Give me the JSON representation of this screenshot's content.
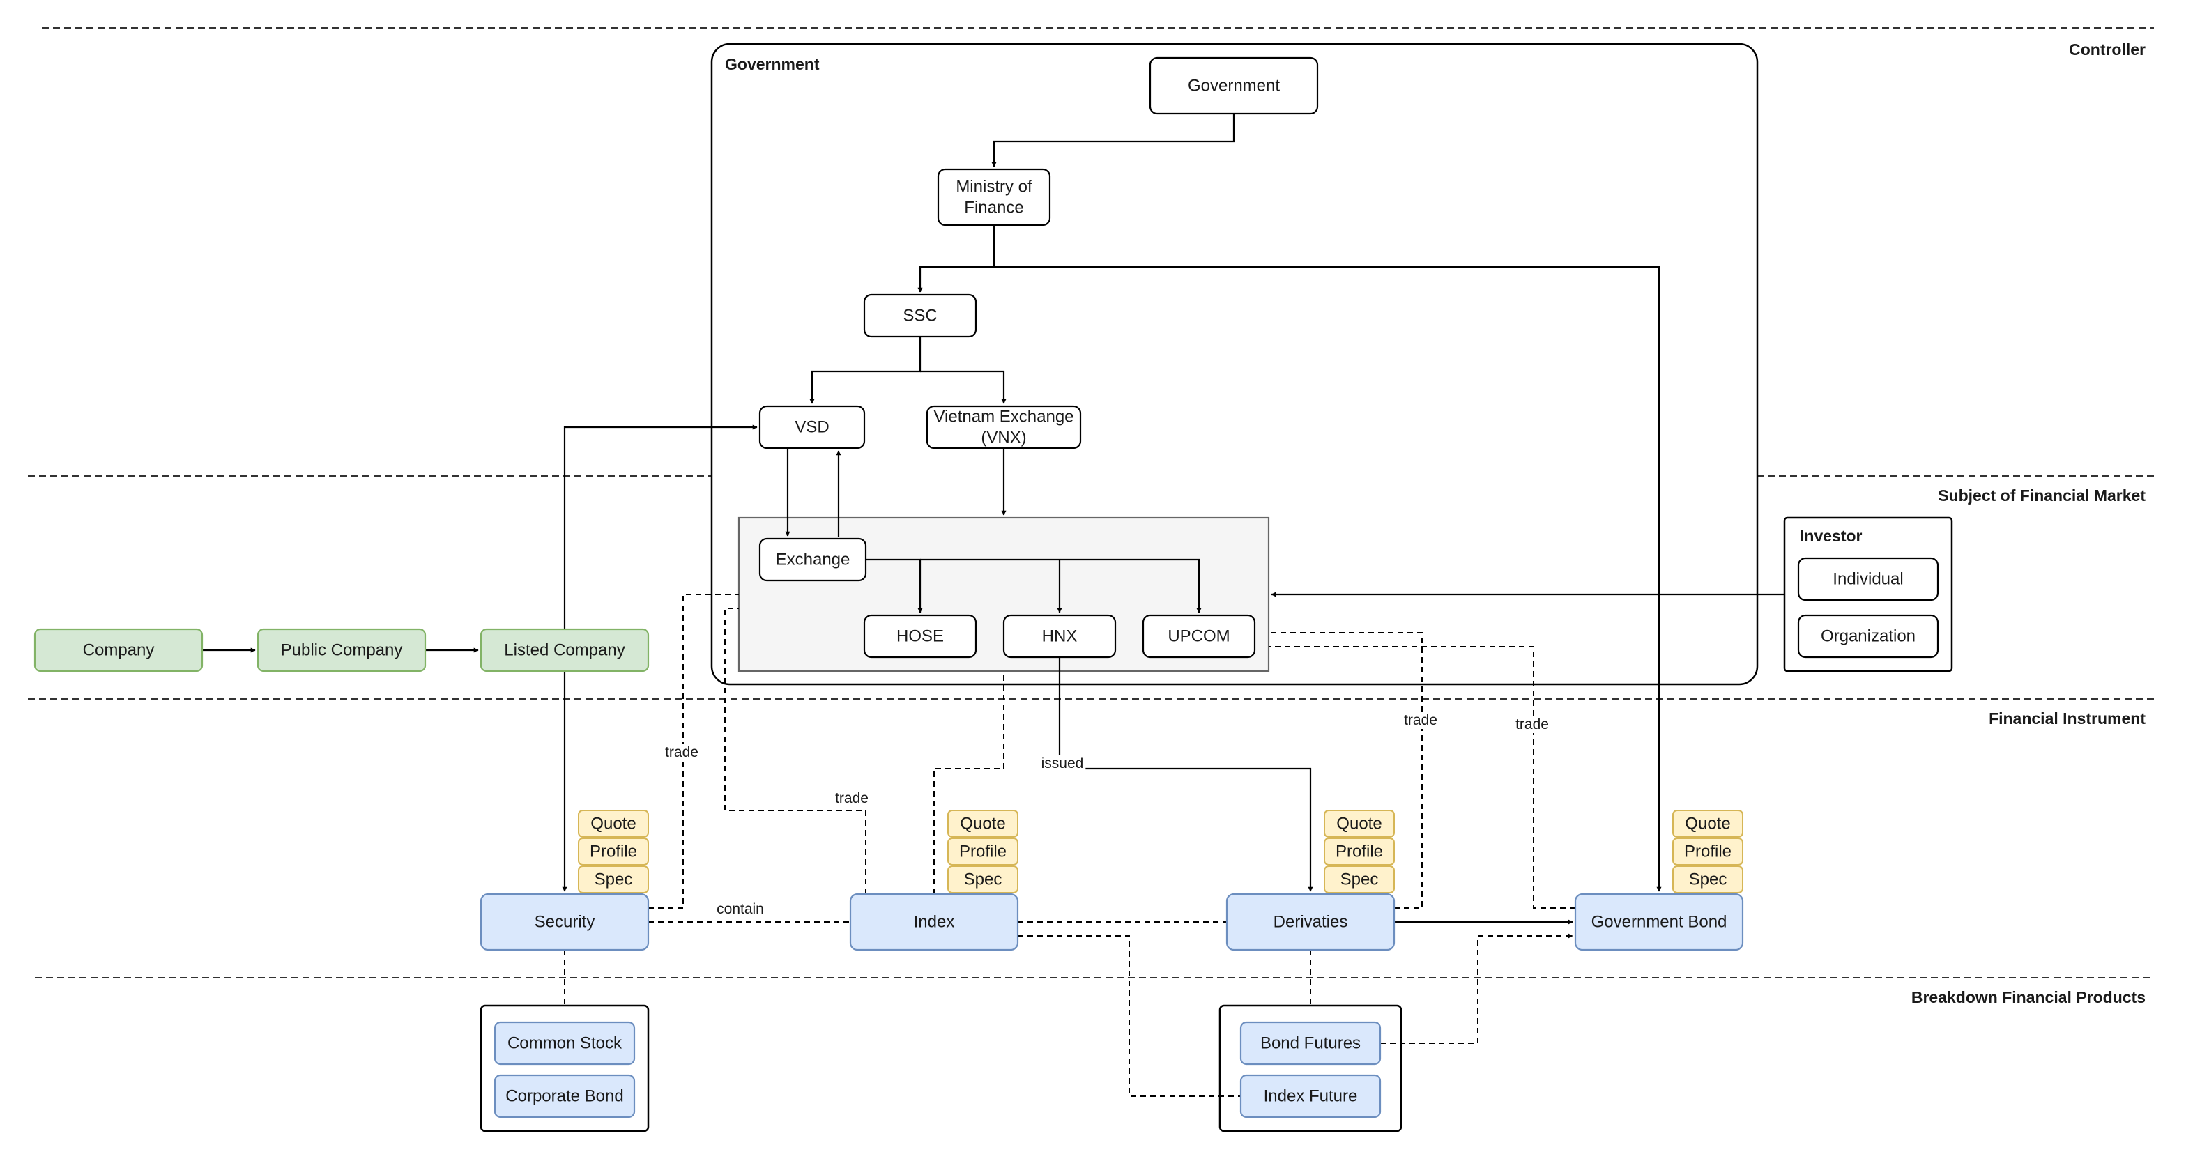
{
  "colors": {
    "white_fill": "#ffffff",
    "white_stroke": "#000000",
    "green_fill": "#d5e8d4",
    "green_stroke": "#82b366",
    "blue_fill": "#dae8fc",
    "blue_stroke": "#6c8ebf",
    "yellow_fill": "#fff2cc",
    "yellow_stroke": "#d6b656",
    "gray_fill": "#f5f5f5",
    "gray_stroke": "#666666"
  },
  "bands": {
    "controller": "Controller",
    "subject": "Subject of Financial Market",
    "instrument": "Financial Instrument",
    "breakdown": "Breakdown Financial Products"
  },
  "groups": {
    "government": "Government",
    "investor": "Investor"
  },
  "nodes": {
    "government": "Government",
    "ministry": "Ministry of\nFinance",
    "ssc": "SSC",
    "vsd": "VSD",
    "vnx": "Vietnam Exchange\n(VNX)",
    "exchange": "Exchange",
    "hose": "HOSE",
    "hnx": "HNX",
    "upcom": "UPCOM",
    "individual": "Individual",
    "organization": "Organization",
    "company": "Company",
    "public_company": "Public Company",
    "listed_company": "Listed Company",
    "security": "Security",
    "index": "Index",
    "derivaties": "Derivaties",
    "government_bond": "Government Bond",
    "common_stock": "Common Stock",
    "corporate_bond": "Corporate Bond",
    "bond_futures": "Bond Futures",
    "index_future": "Index Future",
    "quote": "Quote",
    "profile": "Profile",
    "spec": "Spec"
  },
  "edge_labels": {
    "trade_security": "trade",
    "trade_index": "trade",
    "trade_derivaties": "trade",
    "trade_bond": "trade",
    "issued": "issued",
    "contain": "contain"
  }
}
